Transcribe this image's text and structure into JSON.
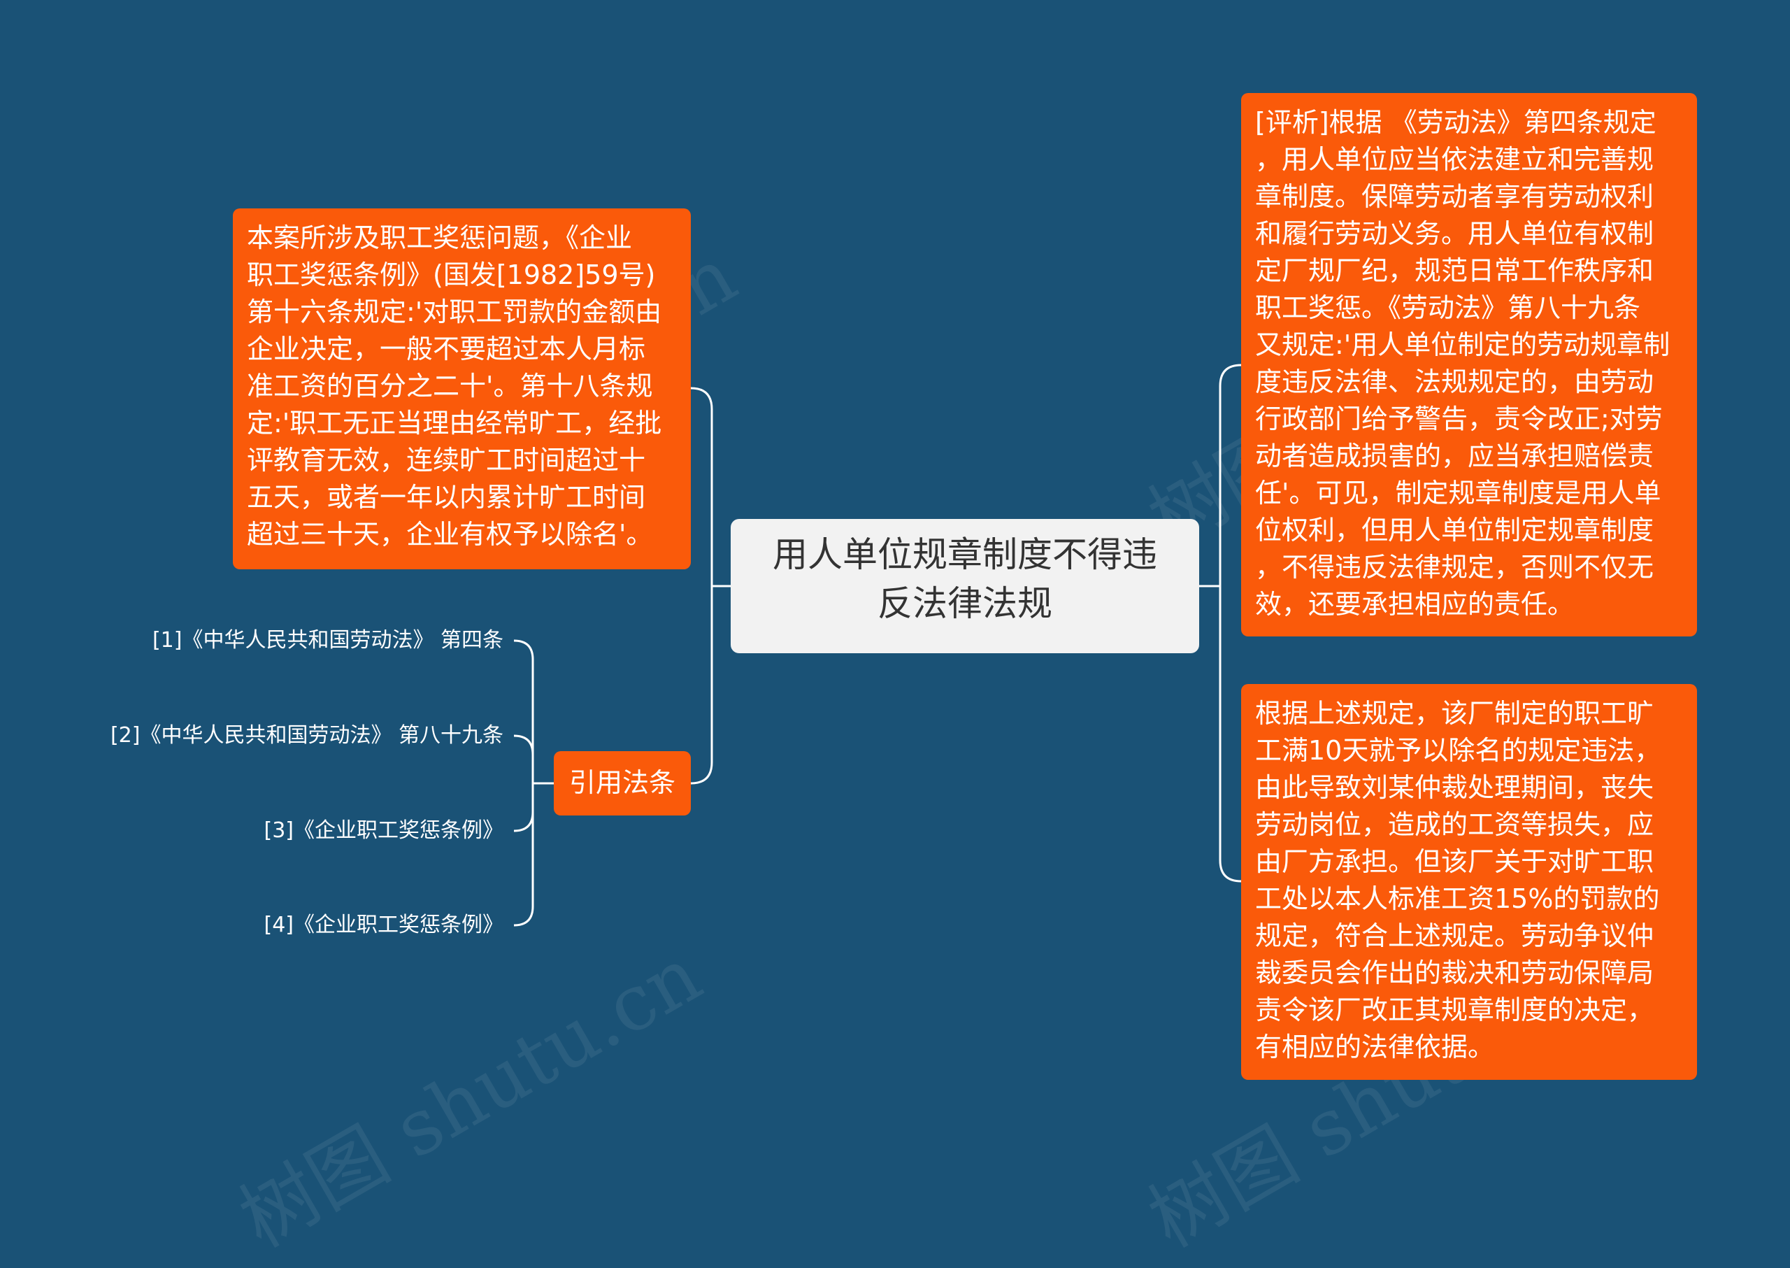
{
  "center": {
    "label": "用人单位规章制度不得违\n反法律法规"
  },
  "left": {
    "regulation_text": "本案所涉及职工奖惩问题，《企业\n职工奖惩条例》(国发[1982]59号)\n第十六条规定:'对职工罚款的金额由\n企业决定，一般不要超过本人月标\n准工资的百分之二十'。第十八条规\n定:'职工无正当理由经常旷工，经批\n评教育无效，连续旷工时间超过十\n五天，或者一年以内累计旷工时间\n超过三十天，企业有权予以除名'。",
    "citations_label": "引用法条",
    "citations": [
      "[1]《中华人民共和国劳动法》 第四条",
      "[2]《中华人民共和国劳动法》 第八十九条",
      "[3]《企业职工奖惩条例》",
      "[4]《企业职工奖惩条例》"
    ]
  },
  "right": {
    "analysis_text": "[评析]根据 《劳动法》第四条规定\n，用人单位应当依法建立和完善规\n章制度。保障劳动者享有劳动权利\n和履行劳动义务。用人单位有权制\n定厂规厂纪，规范日常工作秩序和\n职工奖惩。《劳动法》第八十九条\n又规定:'用人单位制定的劳动规章制\n度违反法律、法规规定的，由劳动\n行政部门给予警告，责令改正;对劳\n动者造成损害的，应当承担赔偿责\n任'。可见，制定规章制度是用人单\n位权利，但用人单位制定规章制度\n，不得违反法律规定，否则不仅无\n效，还要承担相应的责任。",
    "conclusion_text": "根据上述规定，该厂制定的职工旷\n工满10天就予以除名的规定违法，\n由此导致刘某仲裁处理期间，丧失\n劳动岗位，造成的工资等损失，应\n由厂方承担。但该厂关于对旷工职\n工处以本人标准工资15%的罚款的\n规定，符合上述规定。劳动争议仲\n裁委员会作出的裁决和劳动保障局\n责令该厂改正其规章制度的决定，\n有相应的法律依据。"
  },
  "watermark": "树图 shutu.cn",
  "colors": {
    "background": "#1a5276",
    "node_orange": "#fa5a0a",
    "center_fill": "#f2f2f2",
    "connector": "#ffffff"
  }
}
